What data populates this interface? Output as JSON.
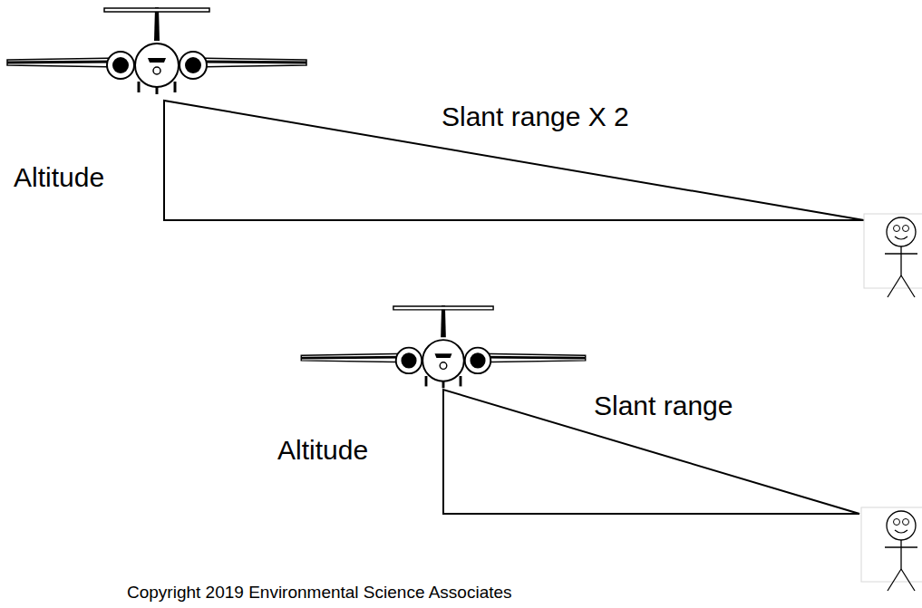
{
  "diagram": {
    "labels": [
      "Slant range X 2",
      "Altitude",
      "Slant range",
      "Altitude",
      "Copyright 2019 Environmental Science Associates"
    ]
  }
}
